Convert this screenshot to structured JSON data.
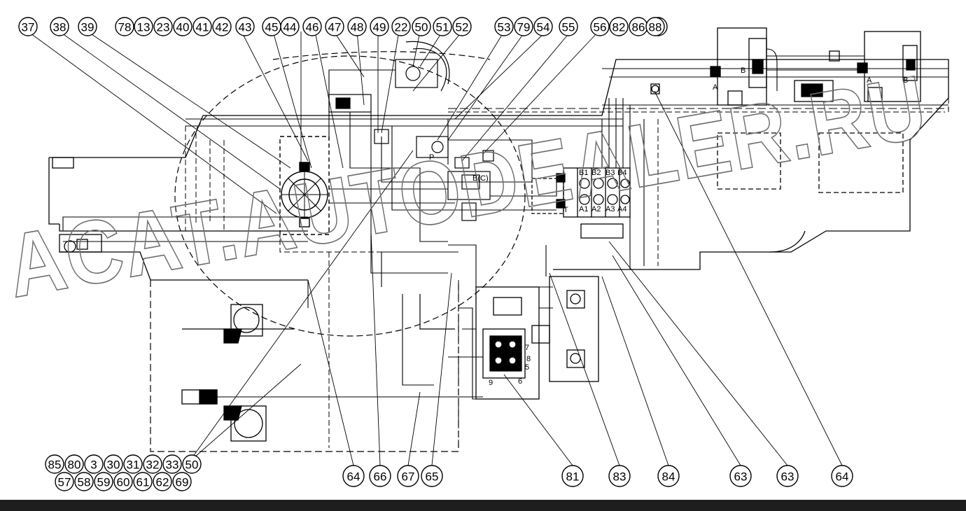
{
  "diagram": {
    "watermark": "ACAT.AUTODEALER.RU",
    "top_callouts": [
      "37",
      "38",
      "39",
      "78",
      "13",
      "23",
      "40",
      "41",
      "42",
      "43",
      "45",
      "44",
      "46",
      "47",
      "48",
      "49",
      "22",
      "50",
      "51",
      "52",
      "53",
      "79",
      "54",
      "55",
      "56",
      "82",
      "86",
      "87",
      "88"
    ],
    "bottom_left_callouts_row1": [
      "85",
      "80",
      "3",
      "30",
      "31",
      "32",
      "33",
      "50"
    ],
    "bottom_left_callouts_row2": [
      "57",
      "58",
      "59",
      "60",
      "61",
      "62",
      "69"
    ],
    "bottom_callouts": [
      "64",
      "66",
      "67",
      "65",
      "81",
      "83",
      "84",
      "63",
      "63",
      "64"
    ],
    "port_labels": [
      "A",
      "B",
      "P",
      "B",
      "A",
      "A1",
      "A2",
      "A3",
      "A4",
      "B1",
      "B2",
      "B3",
      "B4",
      "T",
      "B(C)",
      "5",
      "6",
      "7",
      "8",
      "9"
    ],
    "colors": {
      "line": "#000000",
      "watermark": "#6d6d6d",
      "background": "#ffffff",
      "frame_bar": "#1e1e1e"
    }
  }
}
